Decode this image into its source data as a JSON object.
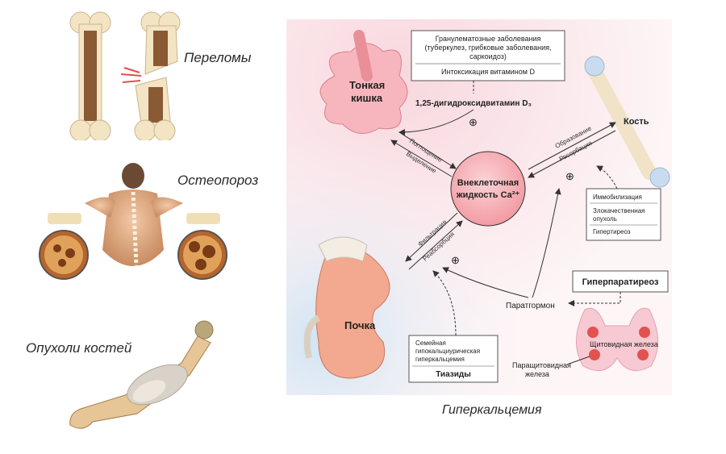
{
  "left_captions": {
    "fractures": "Переломы",
    "osteoporosis": "Остеопороз",
    "tumors": "Опухоли костей"
  },
  "diagram": {
    "caption": "Гиперкальцемия",
    "intestine_label": [
      "Тонкая",
      "кишка"
    ],
    "granulomatous_box": [
      "Грануле­матозные заболевания",
      "(туберкулез, грибковые заболевания,",
      "саркоидоз)"
    ],
    "vitd_intox": "Интоксикация витамином D",
    "calcitriol": "1,25-дигидроксидвитамин D₃",
    "absorption": "Поглощение",
    "excretion": "Выделение",
    "ecf": [
      "Внеклеточная",
      "жидкость Ca²⁺"
    ],
    "bone_label": "Кость",
    "formation": "Образование",
    "resorption_bone": "Ресорбация",
    "bone_causes": [
      "Иммобилизация",
      "Злокачественная",
      "опухоль",
      "Гипертиреоз"
    ],
    "filtration": "Фильтрация",
    "reabsorption": "Реабсорбция",
    "kidney_label": "Почка",
    "kidney_causes": [
      "Семейная",
      "гипокальциурическая",
      "гиперкальцемия"
    ],
    "thiazides": "Тиазиды",
    "hyperpara": "Гиперпаратиреоз",
    "pth": "Паратгормон",
    "thyroid": "Щитовидная железа",
    "parathyroid": [
      "Паращитовидная",
      "железа"
    ],
    "plus": "⊕"
  },
  "colors": {
    "panel_bg": "#fbf0f2",
    "ecf_fill": "#f4a6ad",
    "kidney": "#f2a98f",
    "bone": "#f1e3c8",
    "thyroid": "#f7c9d2"
  }
}
